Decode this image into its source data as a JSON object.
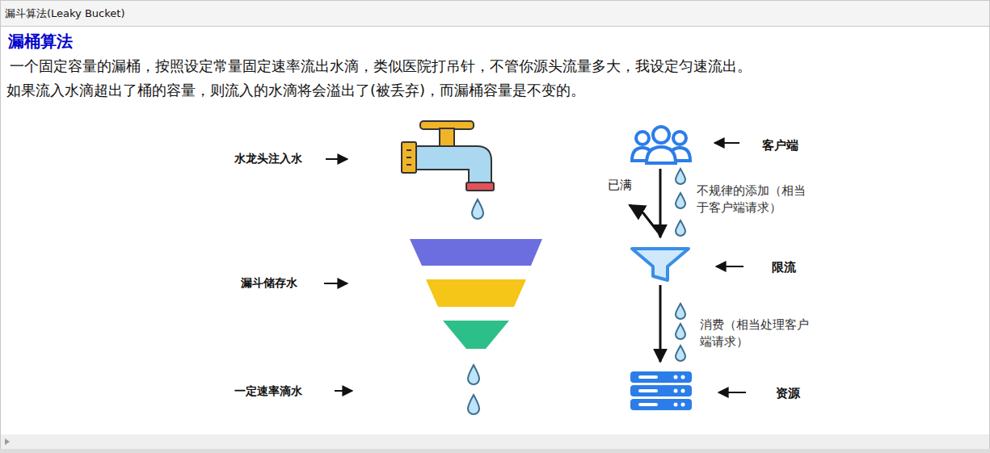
{
  "diagram": {
    "title": "漏桶算法",
    "nodes": [
      {
        "text": [
          "客户端"
        ]
      },
      {
        "text": [
          "限流"
        ]
      },
      {
        "text": [
          "资源"
        ]
      }
    ],
    "edges": [
      {
        "from": 0,
        "to": 1,
        "arrow": "to",
        "label": "不规律的添加（相当于客户端请求）"
      },
      {
        "from": 1,
        "to": 2,
        "arrow": "to",
        "label": "消费（相当处理客户端请求）"
      }
    ],
    "labels": [
      "漏斗算法(Leaky Bucket)",
      "一个固定容量的漏桶，按照设定常量固定速率流出水滴，类似医院打吊针，不管你源头流量多大，我设定匀速流出。",
      "如果流入水滴超出了桶的容量，则流入的水滴将会溢出了(被丢弃)，而漏桶容量是不变的。",
      "水龙头注入水",
      "漏斗储存水",
      "一定速率滴水",
      "已满"
    ]
  }
}
